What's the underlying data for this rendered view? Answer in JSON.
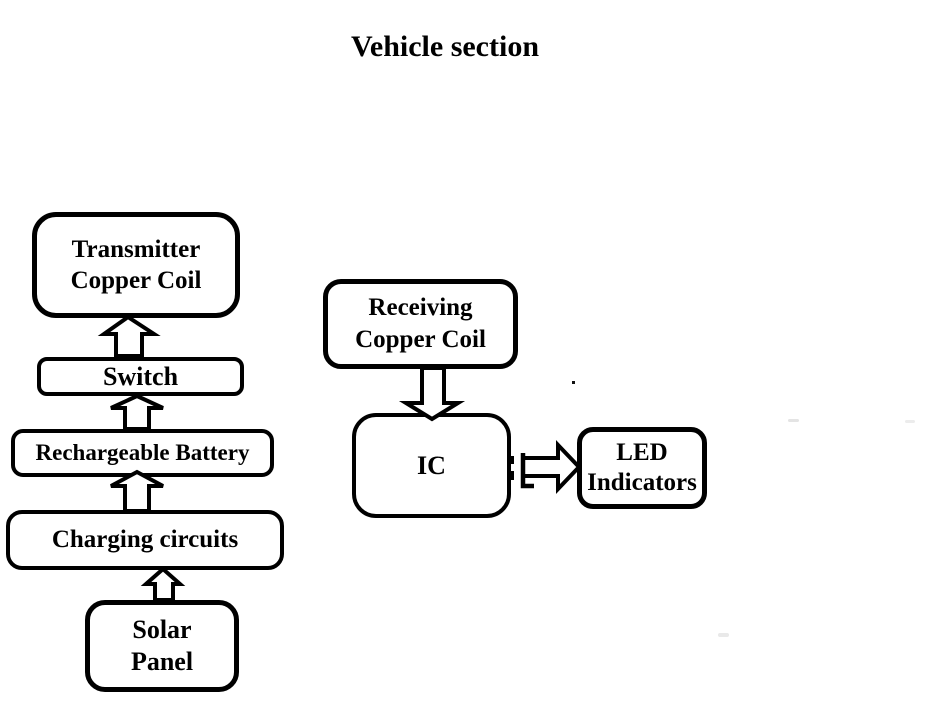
{
  "title": "Vehicle section",
  "colors": {
    "ink": "#000000",
    "paper": "#ffffff"
  },
  "blocks": {
    "transmitter": {
      "lines": [
        "Transmitter",
        "Copper Coil"
      ]
    },
    "switch": {
      "lines": [
        "Switch"
      ]
    },
    "battery": {
      "lines": [
        "Rechargeable Battery"
      ]
    },
    "charging": {
      "lines": [
        "Charging circuits"
      ]
    },
    "solar": {
      "lines": [
        "Solar",
        "Panel"
      ]
    },
    "receiving": {
      "lines": [
        "Receiving",
        "Copper Coil"
      ]
    },
    "ic": {
      "lines": [
        "IC"
      ]
    },
    "led": {
      "lines": [
        "LED",
        "Indicators"
      ]
    }
  },
  "connections": [
    {
      "from": "Solar Panel",
      "to": "Charging circuits",
      "direction": "up"
    },
    {
      "from": "Charging circuits",
      "to": "Rechargeable Battery",
      "direction": "up"
    },
    {
      "from": "Rechargeable Battery",
      "to": "Switch",
      "direction": "up"
    },
    {
      "from": "Switch",
      "to": "Transmitter Copper Coil",
      "direction": "up"
    },
    {
      "from": "Receiving Copper Coil",
      "to": "IC",
      "direction": "down"
    },
    {
      "from": "IC",
      "to": "LED Indicators",
      "direction": "right"
    }
  ]
}
